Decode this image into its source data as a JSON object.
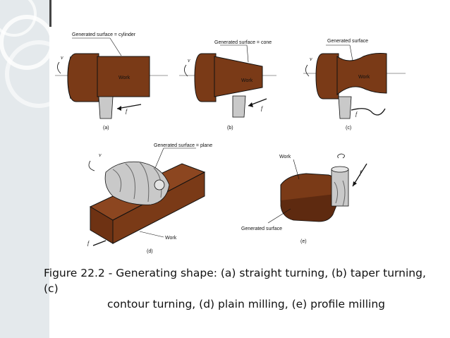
{
  "colors": {
    "work": "#7a3a17",
    "work_light": "#8c4620",
    "tool": "#c9c9c9",
    "sidebar": "#dde3e6",
    "text": "#111111"
  },
  "diagrams": {
    "a": {
      "tag": "(a)",
      "surface": "Generated surface = cylinder",
      "work": "Work",
      "v": "v",
      "f": "f"
    },
    "b": {
      "tag": "(b)",
      "surface": "Generated surface = cone",
      "work": "Work",
      "v": "v",
      "f": "f"
    },
    "c": {
      "tag": "(c)",
      "surface": "Generated surface",
      "work": "Work",
      "v": "v",
      "f": "f"
    },
    "d": {
      "tag": "(d)",
      "surface": "Generated surface = plane",
      "work": "Work",
      "v": "v",
      "f": "f"
    },
    "e": {
      "tag": "(e)",
      "surface": "Generated surface",
      "work": "Work",
      "f": "f"
    }
  },
  "caption": {
    "line1": "Figure 22.2 - Generating shape: (a) straight turning, (b) taper turning, (c)",
    "line2": "contour turning, (d) plain milling, (e) profile milling"
  }
}
